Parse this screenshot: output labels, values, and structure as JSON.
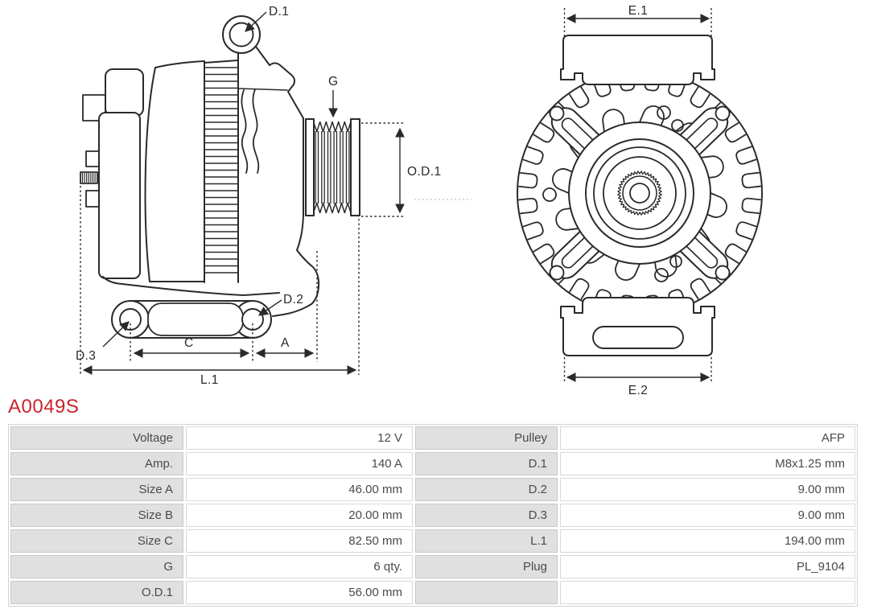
{
  "part_number": "A0049S",
  "colors": {
    "accent": "#c9242b",
    "line": "#2b2a2a",
    "table_label_bg": "#e0e0e0",
    "table_text": "#4a4a4a"
  },
  "drawing": {
    "labels": {
      "d1": "D.1",
      "g": "G",
      "od1": "O.D.1",
      "d2": "D.2",
      "d3": "D.3",
      "c": "C",
      "a": "A",
      "l1": "L.1",
      "e1": "E.1",
      "e2": "E.2"
    }
  },
  "table": {
    "rows": [
      {
        "l1": "Voltage",
        "v1": "12 V",
        "l2": "Pulley",
        "v2": "AFP"
      },
      {
        "l1": "Amp.",
        "v1": "140 A",
        "l2": "D.1",
        "v2": "M8x1.25 mm"
      },
      {
        "l1": "Size A",
        "v1": "46.00 mm",
        "l2": "D.2",
        "v2": "9.00 mm"
      },
      {
        "l1": "Size B",
        "v1": "20.00 mm",
        "l2": "D.3",
        "v2": "9.00 mm"
      },
      {
        "l1": "Size C",
        "v1": "82.50 mm",
        "l2": "L.1",
        "v2": "194.00 mm"
      },
      {
        "l1": "G",
        "v1": "6 qty.",
        "l2": "Plug",
        "v2": "PL_9104"
      },
      {
        "l1": "O.D.1",
        "v1": "56.00 mm",
        "l2": "",
        "v2": ""
      }
    ]
  }
}
